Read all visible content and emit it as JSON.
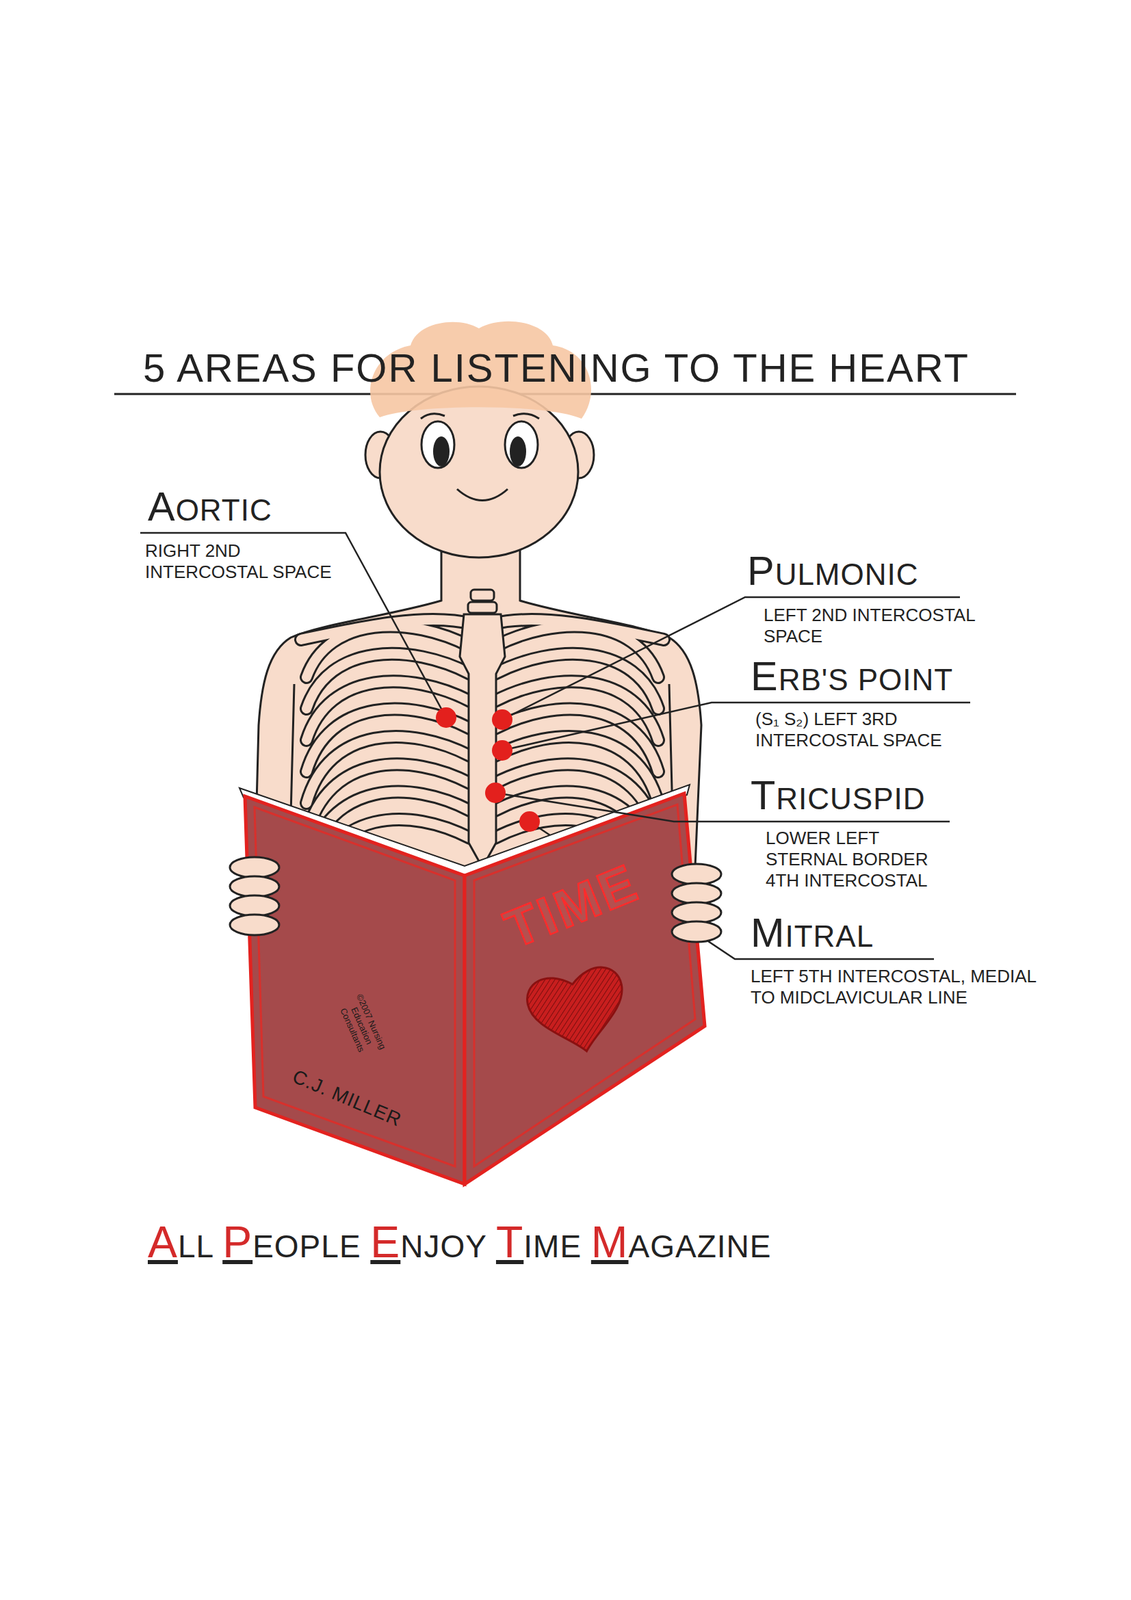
{
  "diagram": {
    "title": "5 AREAS FOR LISTENING TO THE HEART",
    "caption": "ALL PEOPLE ENJOY TIME MAGAZINE",
    "labels": [
      "AORTIC",
      "RIGHT 2ND INTERCOSTAL SPACE",
      "PULMONIC",
      "LEFT 2ND INTERCOSTAL SPACE",
      "ERB'S POINT",
      "(S₁ S₂) LEFT 3RD INTERCOSTAL SPACE",
      "TRICUSPID",
      "LOWER LEFT STERNAL BORDER 4TH INTERCOSTAL",
      "MITRAL",
      "LEFT 5TH INTERCOSTAL, MEDIAL TO MIDCLAVICULAR LINE",
      "TIME",
      "©2007 Nursing Education Consultants",
      "C.J. MILLER"
    ]
  }
}
